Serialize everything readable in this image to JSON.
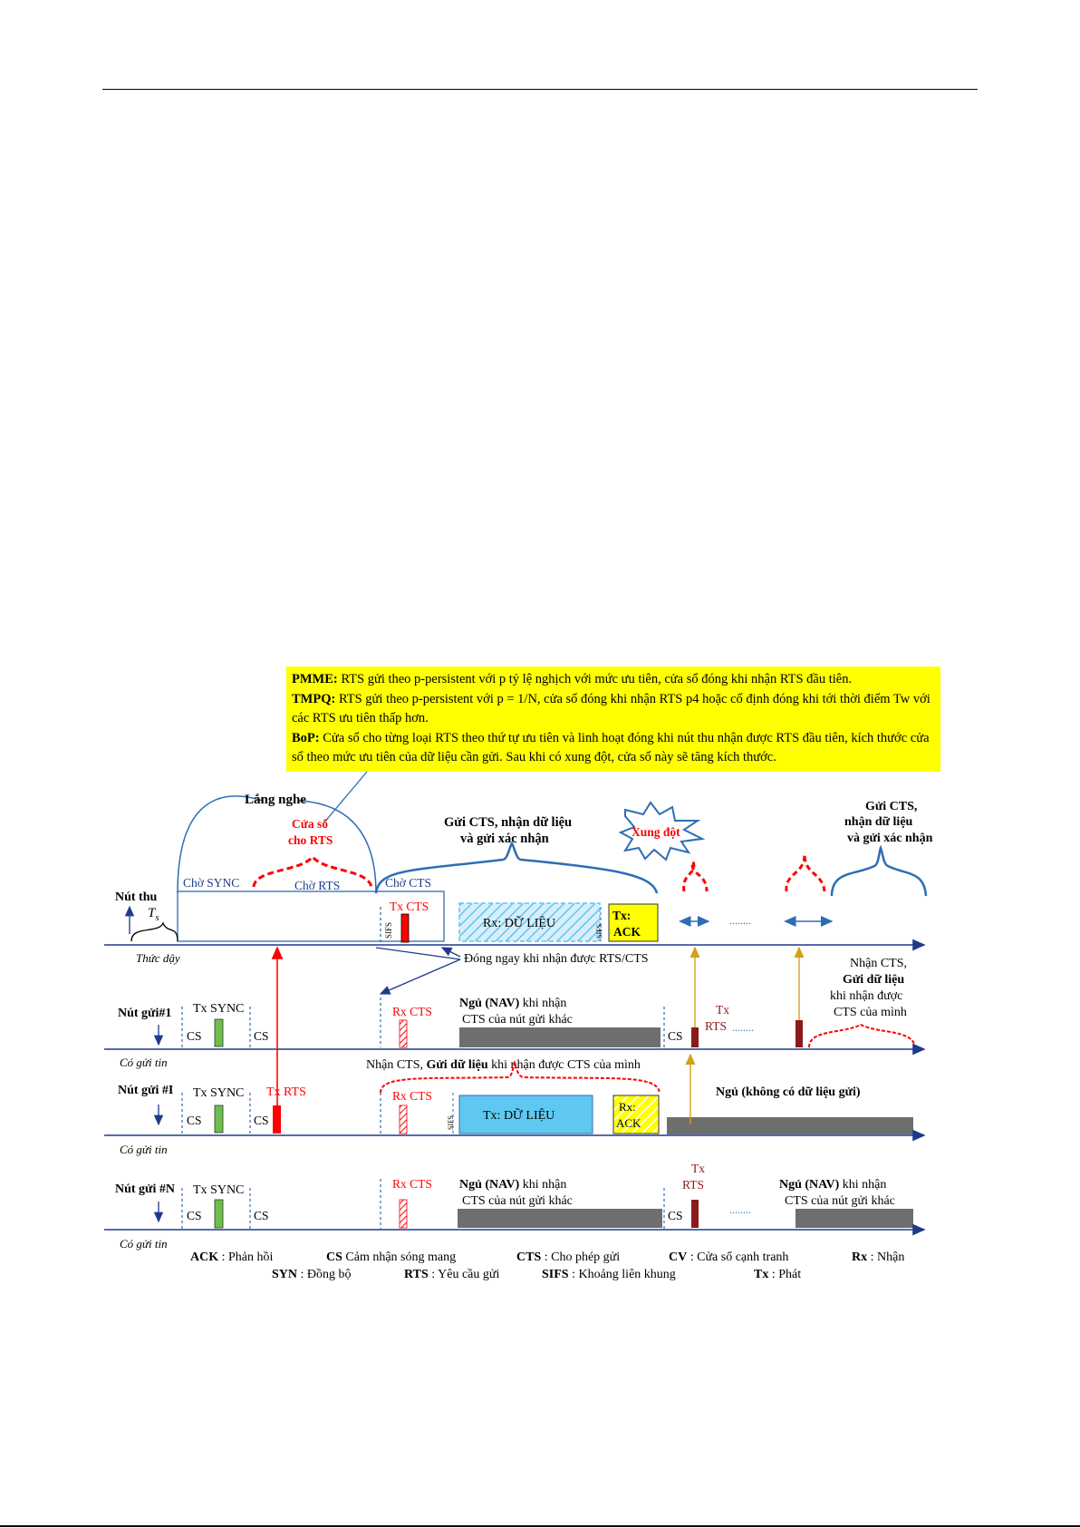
{
  "notes": {
    "pmme_key": "PMME:",
    "pmme_text": " RTS gửi theo p-persistent với p tỷ lệ nghịch với mức ưu tiên, cửa sổ đóng khi nhận RTS đầu tiên.",
    "tmpq_key": "TMPQ:",
    "tmpq_text": " RTS gửi theo p-persistent với p = 1/N, cửa sổ đóng khi nhận RTS p4 hoặc cố định đóng khi tới thời điểm Tw với các RTS ưu tiên thấp hơn.",
    "bop_key": "BoP:",
    "bop_text": " Cửa sổ cho từng loại RTS theo thứ tự ưu tiên và linh hoạt đóng khi nút thu nhận được RTS đầu tiên, kích thước cửa sổ theo mức ưu tiên của dữ liệu cần gửi. Sau khi có xung đột, cửa sổ này sẽ tăng kích thước."
  },
  "labels": {
    "lang_nghe": "Lắng nghe",
    "cua_so_1": "Cửa sổ",
    "cua_so_2": "cho RTS",
    "gui_cts_1": "Gửi CTS, nhận dữ liệu",
    "gui_cts_2": "và gửi xác nhận",
    "xung_dot": "Xung  đột",
    "gui_cts_r1": "Gửi CTS,",
    "gui_cts_r2": "nhận dữ liệu",
    "gui_cts_r3": "và gửi xác nhận",
    "cho_sync": "Chờ  SYNC",
    "cho_rts": "Chờ  RTS",
    "cho_cts": "Chờ  CTS",
    "tx_cts": "Tx CTS",
    "sifs": "SIFS",
    "rx_du_lieu": "Rx: DỮ LIỆU",
    "tx_ack_1": "Tx:",
    "tx_ack_2": "ACK",
    "dong_ngay": "Đóng ngay khi nhận được RTS/CTS",
    "nhan_cts_r1": "Nhận CTS,",
    "nhan_cts_r2": "Gửi dữ liệu",
    "nhan_cts_r3": "khi nhận được",
    "nhan_cts_r4": "CTS của mình",
    "tx_sync": "Tx SYNC",
    "cs": "CS",
    "rx_cts": "Rx CTS",
    "ngu_nav_1": "Ngủ (NAV)",
    "ngu_nav_1b": " khi nhận",
    "ngu_nav_2": "CTS của nút gửi khác",
    "tx": "Tx",
    "rts": "RTS",
    "dots": "........",
    "nhan_cts_mid_a": "Nhận CTS, ",
    "nhan_cts_mid_b": "Gửi dữ liệu",
    "nhan_cts_mid_c": " khi nhận được CTS của mình",
    "tx_rts": "Tx RTS",
    "tx_du_lieu": "Tx: DỮ LIỆU",
    "rx_ack_1": "Rx:",
    "rx_ack_2": "ACK",
    "ngu_khong": "Ngủ (không có dữ liệu gửi)"
  },
  "rows": {
    "nut_thu": "Nút thu",
    "ts": "T",
    "ts_sub": "s",
    "thuc_day": "Thức dậy",
    "nut_gui_1": "Nút gửi#1",
    "co_gui_tin": "Có gửi tin",
    "nut_gui_hash": "Nút gửi  #I",
    "nut_gui_n": "Nút gửi #N"
  },
  "legend": {
    "line1": [
      {
        "key": "ACK",
        "val": " : Phản hồi"
      },
      {
        "key": "CS",
        "val": " Cảm nhận sóng mang"
      },
      {
        "key": "CTS",
        "val": " : Cho phép gửi"
      },
      {
        "key": "CV",
        "val": " : Cửa sổ cạnh tranh"
      },
      {
        "key": "Rx",
        "val": " : Nhận"
      }
    ],
    "line2": [
      {
        "key": "SYN",
        "val": " : Đồng bộ"
      },
      {
        "key": "RTS",
        "val": " : Yêu cầu gửi"
      },
      {
        "key": "SIFS",
        "val": " : Khoảng liên khung"
      },
      {
        "key": "Tx",
        "val": " : Phát"
      }
    ]
  },
  "colors": {
    "axis": "#1f3a8a",
    "blue_curve": "#2e6db4",
    "red": "#ff0000",
    "dark_red": "#8b1a1a",
    "green": "#6cc04a",
    "gray": "#6e6e6e",
    "light_blue": "#5ec8f0",
    "yellow": "#ffff00",
    "orange": "#d4a017"
  }
}
